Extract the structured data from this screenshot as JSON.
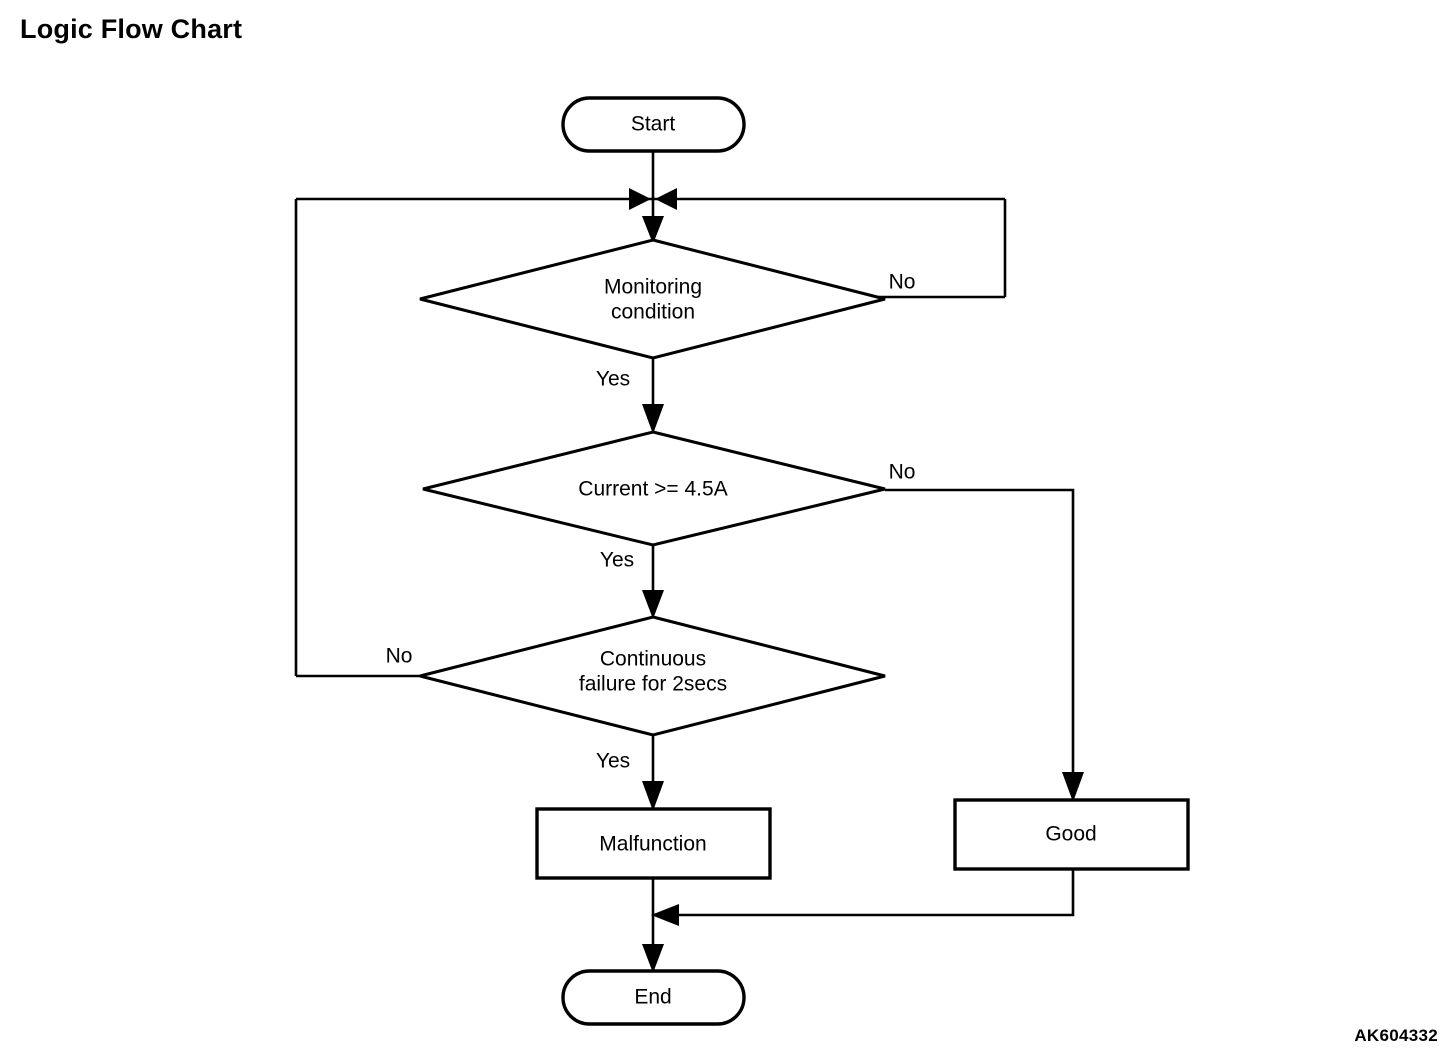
{
  "page": {
    "title": "Logic Flow Chart",
    "reference_code": "AK604332",
    "background_color": "#ffffff",
    "line_color": "#000000"
  },
  "chart_data": {
    "type": "diagram",
    "diagram_kind": "flowchart",
    "title": "Logic Flow Chart",
    "nodes": [
      {
        "id": "start",
        "shape": "terminator",
        "label": "Start"
      },
      {
        "id": "monitoring",
        "shape": "decision",
        "label": "Monitoring condition",
        "line1": "Monitoring",
        "line2": "condition"
      },
      {
        "id": "current",
        "shape": "decision",
        "label": "Current >= 4.5A",
        "line1": "Current >= 4.5A",
        "line2": ""
      },
      {
        "id": "continuous",
        "shape": "decision",
        "label": "Continuous failure for 2secs",
        "line1": "Continuous",
        "line2": "failure for 2secs"
      },
      {
        "id": "malfunction",
        "shape": "process",
        "label": "Malfunction"
      },
      {
        "id": "good",
        "shape": "process",
        "label": "Good"
      },
      {
        "id": "end",
        "shape": "terminator",
        "label": "End"
      }
    ],
    "edges": [
      {
        "from": "start",
        "to": "monitoring",
        "label": ""
      },
      {
        "from": "monitoring",
        "to": "current",
        "label": "Yes"
      },
      {
        "from": "monitoring",
        "to": "start-join",
        "label": "No"
      },
      {
        "from": "current",
        "to": "continuous",
        "label": "Yes"
      },
      {
        "from": "current",
        "to": "good",
        "label": "No"
      },
      {
        "from": "continuous",
        "to": "malfunction",
        "label": "Yes"
      },
      {
        "from": "continuous",
        "to": "start-join",
        "label": "No"
      },
      {
        "from": "malfunction",
        "to": "end",
        "label": ""
      },
      {
        "from": "good",
        "to": "end",
        "label": ""
      }
    ]
  },
  "labels": {
    "start": "Start",
    "monitoring_line1": "Monitoring",
    "monitoring_line2": "condition",
    "current": "Current >= 4.5A",
    "continuous_line1": "Continuous",
    "continuous_line2": "failure for 2secs",
    "malfunction": "Malfunction",
    "good": "Good",
    "end": "End",
    "monitoring_yes": "Yes",
    "monitoring_no": "No",
    "current_yes": "Yes",
    "current_no": "No",
    "continuous_yes": "Yes",
    "continuous_no": "No"
  }
}
